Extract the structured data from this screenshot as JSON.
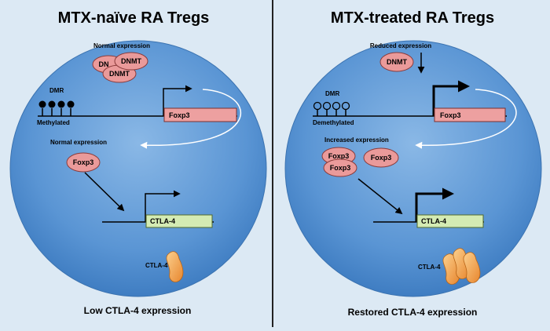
{
  "panels": [
    {
      "title": "MTX-naïve RA Tregs",
      "dnmt_expression_label": "Normal expression",
      "dnmt_labels": [
        "DN",
        "DNMT",
        "DNMT"
      ],
      "dmr_label": "DMR",
      "methylation_label": "Methylated",
      "gene_foxp3": "Foxp3",
      "foxp3_expression_label": "Normal expression",
      "foxp3_proteins": [
        "Foxp3"
      ],
      "gene_ctla4": "CTLA-4",
      "ctla4_protein_label": "CTLA-4",
      "footer": "Low CTLA-4 expression"
    },
    {
      "title": "MTX-treated RA Tregs",
      "dnmt_expression_label": "Reduced expression",
      "dnmt_labels": [
        "DNMT"
      ],
      "dmr_label": "DMR",
      "methylation_label": "Demethylated",
      "gene_foxp3": "Foxp3",
      "foxp3_expression_label": "Increased expression",
      "foxp3_proteins": [
        "Foxp3",
        "Foxp3",
        "Foxp3"
      ],
      "gene_ctla4": "CTLA-4",
      "ctla4_protein_label": "CTLA-4",
      "footer": "Restored CTLA-4 expression"
    }
  ],
  "colors": {
    "background": "#dce9f4",
    "cell": "#5a95d4",
    "gene_box_foxp3": "#eda0a0",
    "gene_box_ctla4": "#d4ebb3",
    "protein": "#ea9a9a",
    "ctla4_protein": "#f2a45c"
  }
}
